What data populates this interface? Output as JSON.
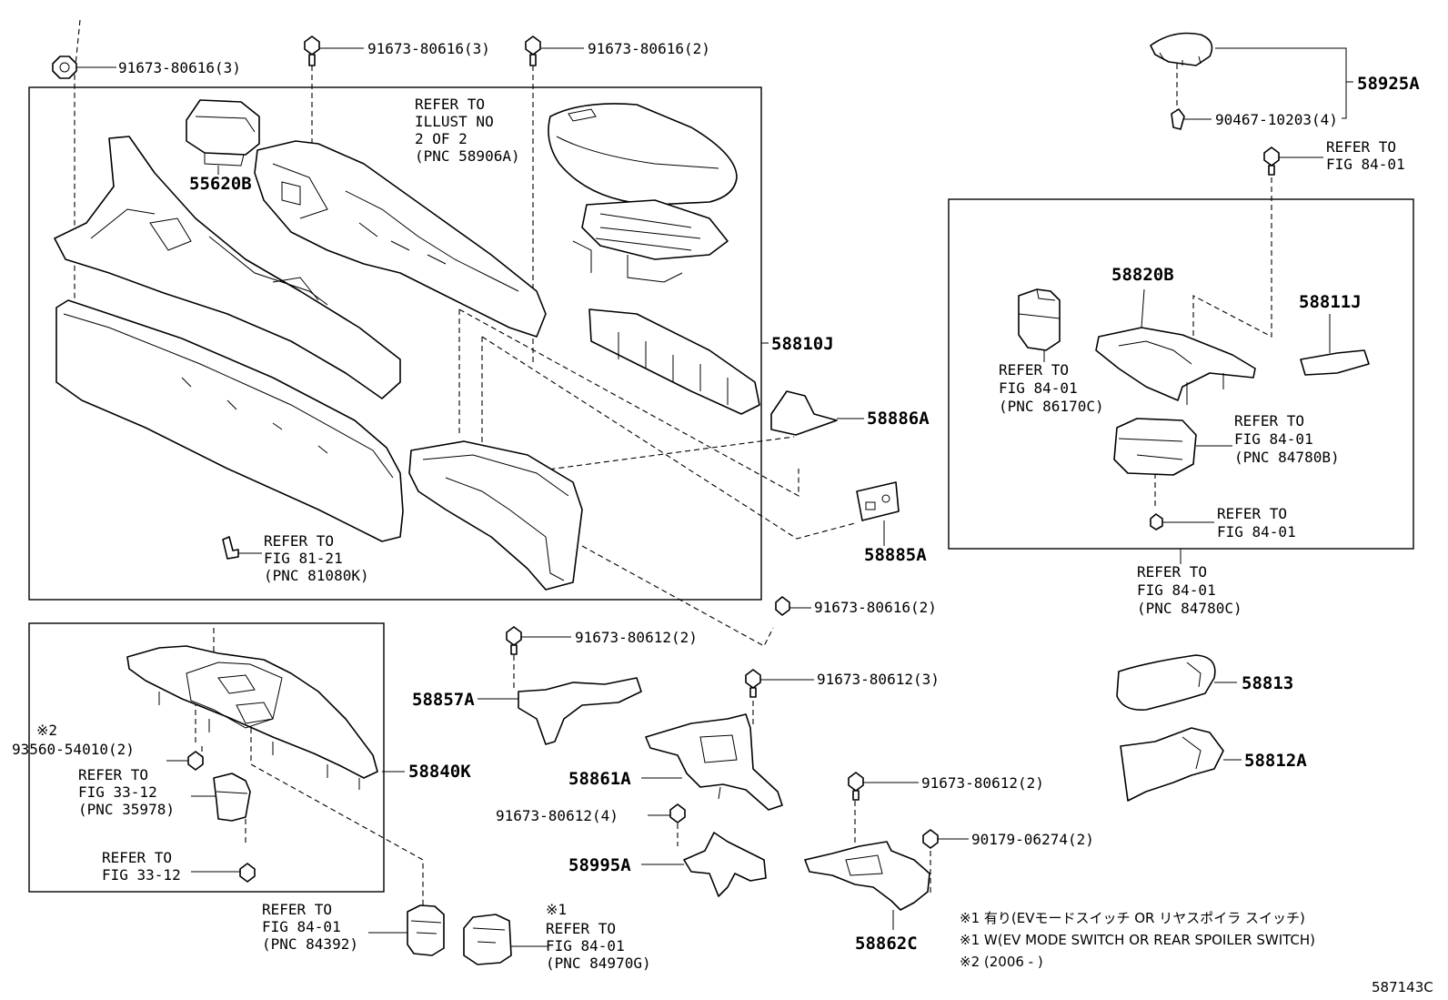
{
  "diagram": {
    "part_numbers": {
      "p_55620B": "55620B",
      "p_58810J": "58810J",
      "p_58886A": "58886A",
      "p_58885A": "58885A",
      "p_58925A": "58925A",
      "p_58820B": "58820B",
      "p_58811J": "58811J",
      "p_58813": "58813",
      "p_58812A": "58812A",
      "p_58840K": "58840K",
      "p_58857A": "58857A",
      "p_58861A": "58861A",
      "p_58995A": "58995A",
      "p_58862C": "58862C"
    },
    "fasteners": {
      "f1": "91673-80616(3)",
      "f2": "91673-80616(3)",
      "f3": "91673-80616(2)",
      "f4": "91673-80616(2)",
      "f5": "91673-80612(2)",
      "f6": "91673-80612(3)",
      "f7": "91673-80612(2)",
      "f8": "91673-80612(4)",
      "f9": "90179-06274(2)",
      "f10": "93560-54010(2)",
      "f11": "90467-10203(4)"
    },
    "references": {
      "illust": [
        "REFER TO",
        "ILLUST NO",
        "2 OF 2",
        "(PNC 58906A)"
      ],
      "r81080K": [
        "REFER TO",
        "FIG 81-21",
        "(PNC 81080K)"
      ],
      "rTopRight": [
        "REFER TO",
        "FIG 84-01"
      ],
      "r86170C": [
        "REFER TO",
        "FIG 84-01",
        "(PNC 86170C)"
      ],
      "r84780B": [
        "REFER TO",
        "FIG 84-01",
        "(PNC 84780B)"
      ],
      "rBoxBottom": [
        "REFER TO",
        "FIG 84-01"
      ],
      "r84780C": [
        "REFER TO",
        "FIG 84-01",
        "(PNC 84780C)"
      ],
      "r35978": [
        "REFER TO",
        "FIG 33-12",
        "(PNC 35978)"
      ],
      "r3312": [
        "REFER TO",
        "FIG 33-12"
      ],
      "r84392": [
        "REFER TO",
        "FIG 84-01",
        "(PNC 84392)"
      ],
      "r84970G": [
        "※1",
        "REFER TO",
        "FIG 84-01",
        "(PNC 84970G)"
      ]
    },
    "mark_note2": "※2",
    "notes": [
      "※1  有り(EVモードスイッチ  OR  リヤスポイラ  スイッチ)",
      "※1  W(EV MODE SWITCH OR REAR SPOILER SWITCH)",
      "※2 (2006  -        )"
    ],
    "illustration_code": "587143C"
  }
}
